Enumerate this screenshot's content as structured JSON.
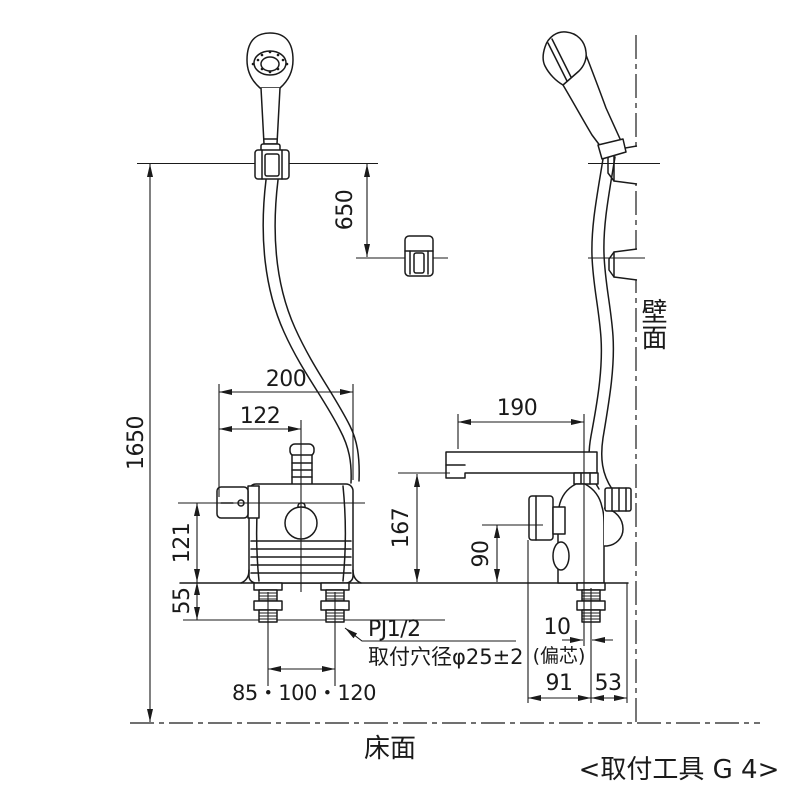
{
  "drawing": {
    "dims": {
      "total_height": "1650",
      "hanger_offset": "650",
      "body_width": "200",
      "center_offset": "122",
      "handle_height": "121",
      "shank_length": "55",
      "spout_height": "167",
      "spout_length": "190",
      "side_handle_height": "90",
      "eccentric_offset": "10",
      "eccentric_note": "(偏芯)",
      "center_to_handle_front": "91",
      "center_to_wall": "53",
      "leg_pitch": "85・100・120"
    },
    "notes": {
      "thread": "PJ1/2",
      "hole": "取付穴径φ25±2",
      "tool": "<取付工具 G 4>"
    },
    "labels": {
      "wall": "壁面",
      "floor": "床面"
    }
  }
}
